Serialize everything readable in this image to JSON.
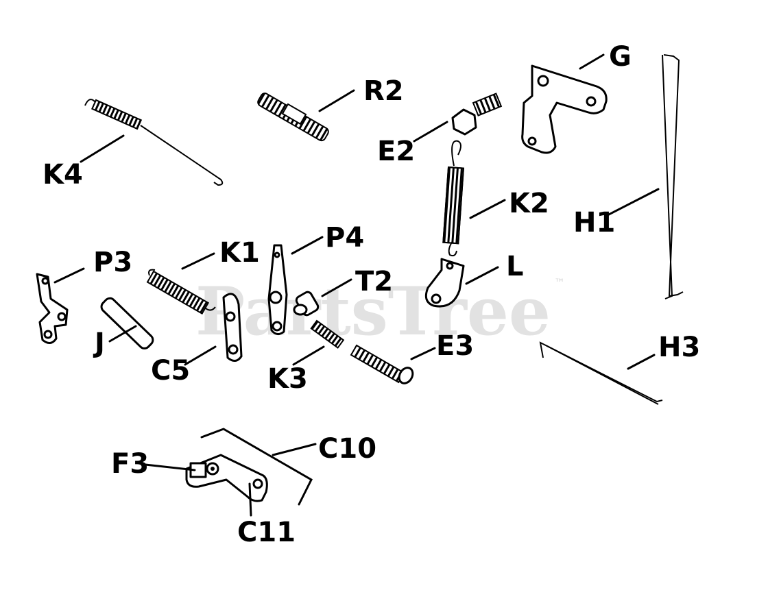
{
  "watermark": {
    "text": "PartsTree",
    "trademark": "™"
  },
  "labels": {
    "K4": "K4",
    "R2": "R2",
    "E2": "E2",
    "G": "G",
    "K2": "K2",
    "H1": "H1",
    "P3": "P3",
    "K1": "K1",
    "P4": "P4",
    "T2": "T2",
    "L": "L",
    "J": "J",
    "C5": "C5",
    "K3": "K3",
    "E3": "E3",
    "H3": "H3",
    "F3": "F3",
    "C10": "C10",
    "C11": "C11"
  }
}
